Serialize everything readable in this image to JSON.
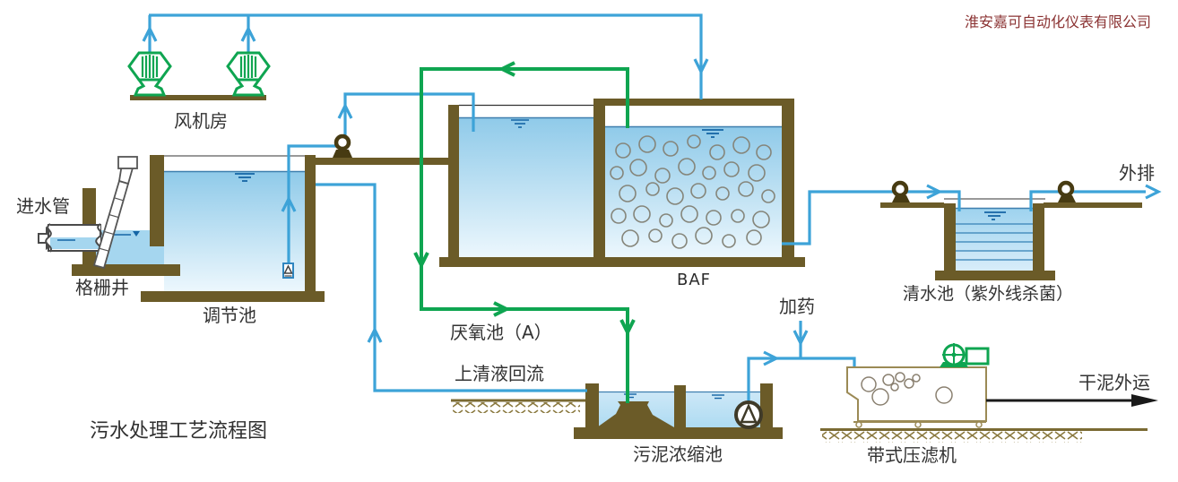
{
  "header": {
    "company": "淮安嘉可自动化仪表有限公司"
  },
  "diagram_title": "污水处理工艺流程图",
  "labels": {
    "inlet_pipe": "进水管",
    "screen_well": "格栅井",
    "regulating_tank": "调节池",
    "blower_room": "风机房",
    "anaerobic_tank": "厌氧池（A）",
    "baf_tank": "BAF",
    "supernatant_return": "上清液回流",
    "sludge_thickener": "污泥浓缩池",
    "dosing": "加药",
    "belt_filter_press": "带式压滤机",
    "dried_sludge_out": "干泥外运",
    "effluent_discharge": "外排",
    "clear_water_tank": "清水池（紫外线杀菌）"
  },
  "colors": {
    "pipe_water": "#3da3d8",
    "pipe_sludge_green": "#0fa551",
    "tank_wall_brown": "#6b5b28",
    "water_top": "#8fcae9",
    "water_bottom": "#ecf7fd",
    "ground_hatch": "#8a793f",
    "company_text": "#8b3333",
    "label_text": "#333333",
    "dry_sludge_arrow": "#1a1a1a"
  }
}
